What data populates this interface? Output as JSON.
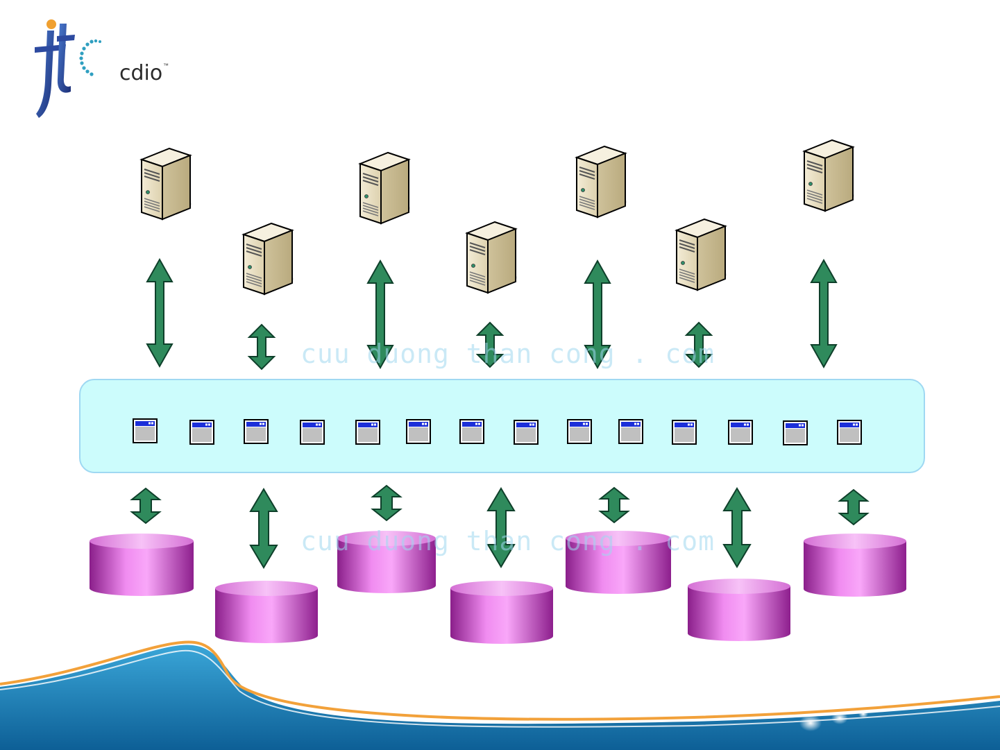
{
  "logo": {
    "word": "cdio",
    "tm": "™"
  },
  "watermark": {
    "line1": "cuu duong than cong . com",
    "line2": "cuu duong than cong . com"
  },
  "colors": {
    "arrow": "#2f8a5c",
    "arrow_stroke": "#0e3f2a",
    "server_body": "#e6dcc0",
    "server_dark": "#c7b891",
    "db_magenta": "#c84ec8",
    "bus_fill": "#ccfcfc",
    "bus_border": "#9fd8f2",
    "window_title": "#1c2fd9",
    "window_body": "#c0c0c0",
    "wave_blue": "#2b8fc8",
    "wave_orange": "#f2a13a"
  },
  "diagram": {
    "servers_top_row": 4,
    "servers_second_row": 3,
    "window_icons": 14,
    "databases": 7
  }
}
